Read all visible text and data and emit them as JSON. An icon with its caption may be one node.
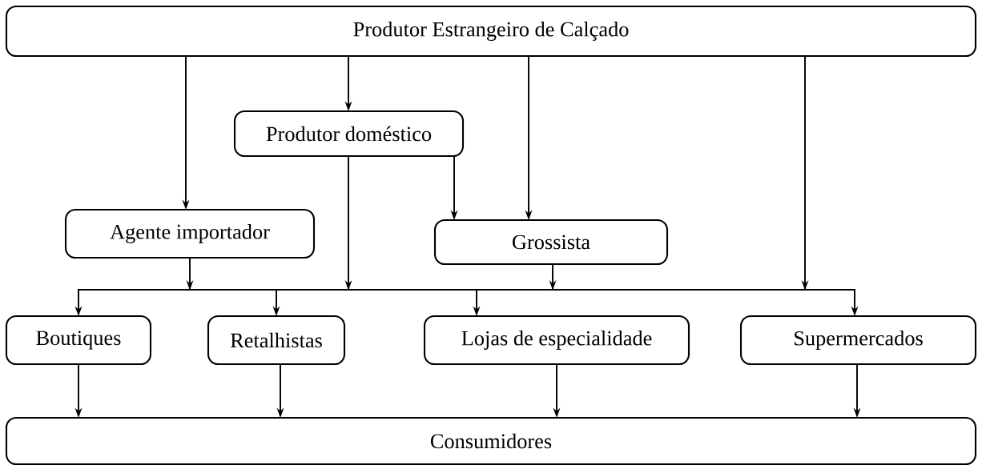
{
  "diagram": {
    "nodes": [
      {
        "text": [
          "Produtor Estrangeiro de Calçado"
        ]
      },
      {
        "text": [
          "Produtor doméstico"
        ]
      },
      {
        "text": [
          "Agente importador"
        ]
      },
      {
        "text": [
          "Grossista"
        ]
      },
      {
        "text": [
          "Boutiques"
        ]
      },
      {
        "text": [
          "Retalhistas"
        ]
      },
      {
        "text": [
          "Lojas de especialidade"
        ]
      },
      {
        "text": [
          "Supermercados"
        ]
      },
      {
        "text": [
          "Consumidores"
        ]
      }
    ],
    "edges": [
      {
        "from": 0,
        "to": 2,
        "arrow": "to"
      },
      {
        "from": 0,
        "to": 1,
        "arrow": "to"
      },
      {
        "from": 0,
        "to": 3,
        "arrow": "to"
      },
      {
        "from": 1,
        "to": 3,
        "arrow": "to"
      },
      {
        "from": 2,
        "to": 4,
        "arrow": "to"
      },
      {
        "from": 2,
        "to": 5,
        "arrow": "to"
      },
      {
        "from": 2,
        "to": 6,
        "arrow": "to"
      },
      {
        "from": 2,
        "to": 7,
        "arrow": "to"
      },
      {
        "from": 1,
        "to": 4,
        "arrow": "to"
      },
      {
        "from": 1,
        "to": 5,
        "arrow": "to"
      },
      {
        "from": 1,
        "to": 6,
        "arrow": "to"
      },
      {
        "from": 1,
        "to": 7,
        "arrow": "to"
      },
      {
        "from": 3,
        "to": 4,
        "arrow": "to"
      },
      {
        "from": 3,
        "to": 5,
        "arrow": "to"
      },
      {
        "from": 3,
        "to": 6,
        "arrow": "to"
      },
      {
        "from": 3,
        "to": 7,
        "arrow": "to"
      },
      {
        "from": 0,
        "to": 4,
        "arrow": "to"
      },
      {
        "from": 0,
        "to": 5,
        "arrow": "to"
      },
      {
        "from": 0,
        "to": 6,
        "arrow": "to"
      },
      {
        "from": 0,
        "to": 7,
        "arrow": "to"
      },
      {
        "from": 4,
        "to": 8,
        "arrow": "to"
      },
      {
        "from": 5,
        "to": 8,
        "arrow": "to"
      },
      {
        "from": 6,
        "to": 8,
        "arrow": "to"
      },
      {
        "from": 7,
        "to": 8,
        "arrow": "to"
      }
    ]
  }
}
